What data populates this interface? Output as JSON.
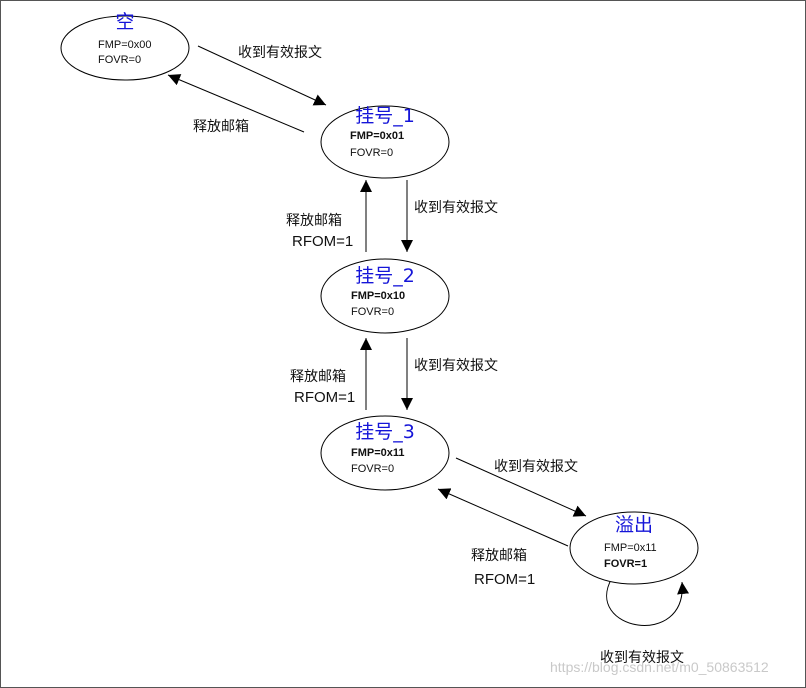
{
  "states": {
    "empty": {
      "title": "空",
      "line1": "FMP=0x00",
      "line2": "FOVR=0"
    },
    "pending1": {
      "title": "挂号_1",
      "line1": "FMP=0x01",
      "line2": "FOVR=0"
    },
    "pending2": {
      "title": "挂号_2",
      "line1": "FMP=0x10",
      "line2": "FOVR=0"
    },
    "pending3": {
      "title": "挂号_3",
      "line1": "FMP=0x11",
      "line2": "FOVR=0"
    },
    "overflow": {
      "title": "溢出",
      "line1": "FMP=0x11",
      "line2": "FOVR=1"
    }
  },
  "transitions": {
    "receive": "收到有效报文",
    "release": "释放邮箱",
    "rfom": "RFOM=1"
  },
  "watermark": "https://blog.csdn.net/m0_50863512"
}
